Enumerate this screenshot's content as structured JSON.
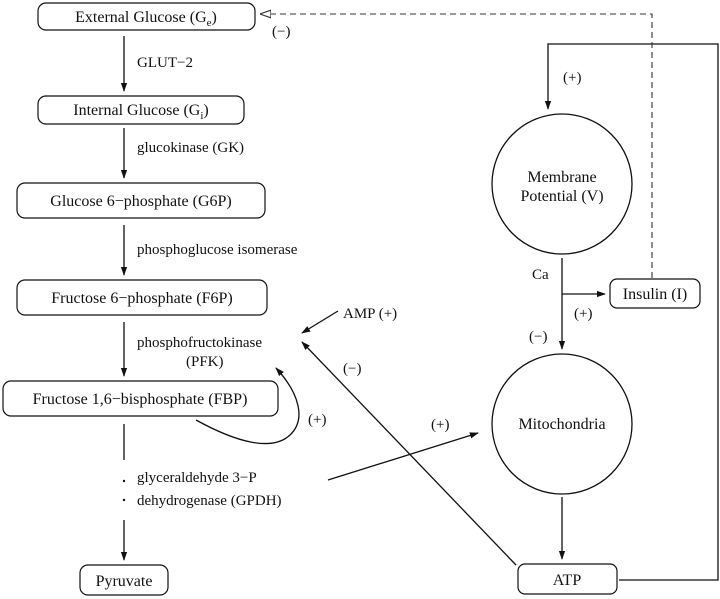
{
  "nodes": {
    "external_glucose": "External Glucose (G",
    "external_glucose_sub": "e",
    "internal_glucose": "Internal Glucose (G",
    "internal_glucose_sub": "i",
    "g6p": "Glucose 6−phosphate (G6P)",
    "f6p": "Fructose 6−phosphate (F6P)",
    "fbp": "Fructose 1,6−bisphosphate (FBP)",
    "pyruvate": "Pyruvate",
    "membrane_line1": "Membrane",
    "membrane_line2": "Potential (V)",
    "mitochondria": "Mitochondria",
    "insulin": "Insulin (I)",
    "atp": "ATP"
  },
  "labels": {
    "glut2": "GLUT−2",
    "glucokinase": "glucokinase (GK)",
    "pgi": "phosphoglucose isomerase",
    "pfk_line1": "phosphofructokinase",
    "pfk_line2": "(PFK)",
    "gpdh_line1": "glyceraldehyde 3−P",
    "gpdh_line2": "dehydrogenase (GPDH)",
    "amp": "AMP (+)",
    "ca": "Ca",
    "closing_paren": ")"
  },
  "signs": {
    "insulin_to_glucose": "(−)",
    "atp_to_membrane": "(+)",
    "fbp_to_pfk": "(+)",
    "atp_to_pfk": "(−)",
    "gpdh_to_mito": "(+)",
    "ca_to_insulin": "(+)",
    "ca_to_mito": "(−)"
  }
}
